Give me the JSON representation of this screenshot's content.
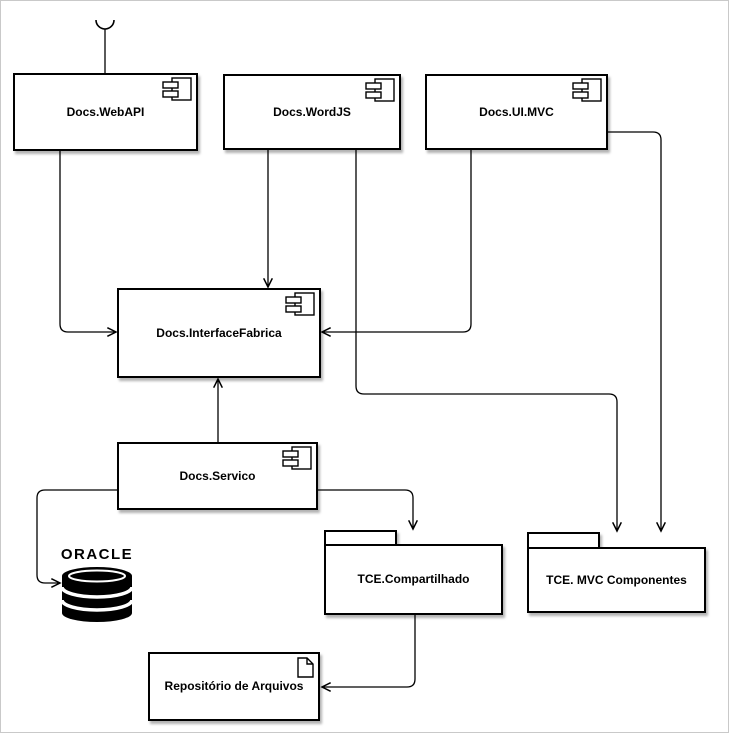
{
  "diagram_type": "uml-component-diagram",
  "nodes": {
    "webapi": {
      "label": "Docs.WebAPI",
      "shape": "component",
      "has_provided_interface_socket": true
    },
    "wordjs": {
      "label": "Docs.WordJS",
      "shape": "component"
    },
    "uimvc": {
      "label": "Docs.UI.MVC",
      "shape": "component"
    },
    "interfacefabrica": {
      "label": "Docs.InterfaceFabrica",
      "shape": "component"
    },
    "servico": {
      "label": "Docs.Servico",
      "shape": "component"
    },
    "tce_compartilhado": {
      "label": "TCE.Compartilhado",
      "shape": "folder"
    },
    "tce_mvc": {
      "label": "TCE. MVC Componentes",
      "shape": "folder"
    },
    "repositorio": {
      "label": "Repositório de Arquivos",
      "shape": "document-box"
    },
    "oracle": {
      "label": "ORACLE",
      "shape": "database-cylinder"
    }
  },
  "edges": [
    {
      "from": "Docs.WebAPI",
      "to": "Docs.InterfaceFabrica",
      "style": "open-arrow"
    },
    {
      "from": "Docs.WordJS",
      "to": "Docs.InterfaceFabrica",
      "style": "open-arrow"
    },
    {
      "from": "Docs.WordJS",
      "to": "TCE. MVC Componentes",
      "style": "open-arrow"
    },
    {
      "from": "Docs.UI.MVC",
      "to": "Docs.InterfaceFabrica",
      "style": "open-arrow"
    },
    {
      "from": "Docs.UI.MVC",
      "to": "TCE. MVC Componentes",
      "style": "open-arrow"
    },
    {
      "from": "Docs.Servico",
      "to": "Docs.InterfaceFabrica",
      "style": "open-arrow"
    },
    {
      "from": "Docs.Servico",
      "to": "ORACLE",
      "style": "open-arrow"
    },
    {
      "from": "Docs.Servico",
      "to": "TCE.Compartilhado",
      "style": "open-arrow"
    },
    {
      "from": "TCE.Compartilhado",
      "to": "Repositório de Arquivos",
      "style": "open-arrow"
    }
  ],
  "colors": {
    "stroke": "#000000",
    "shape_fill": "#ffffff",
    "database_fill": "#000000",
    "canvas_border": "#c9c9c9"
  }
}
